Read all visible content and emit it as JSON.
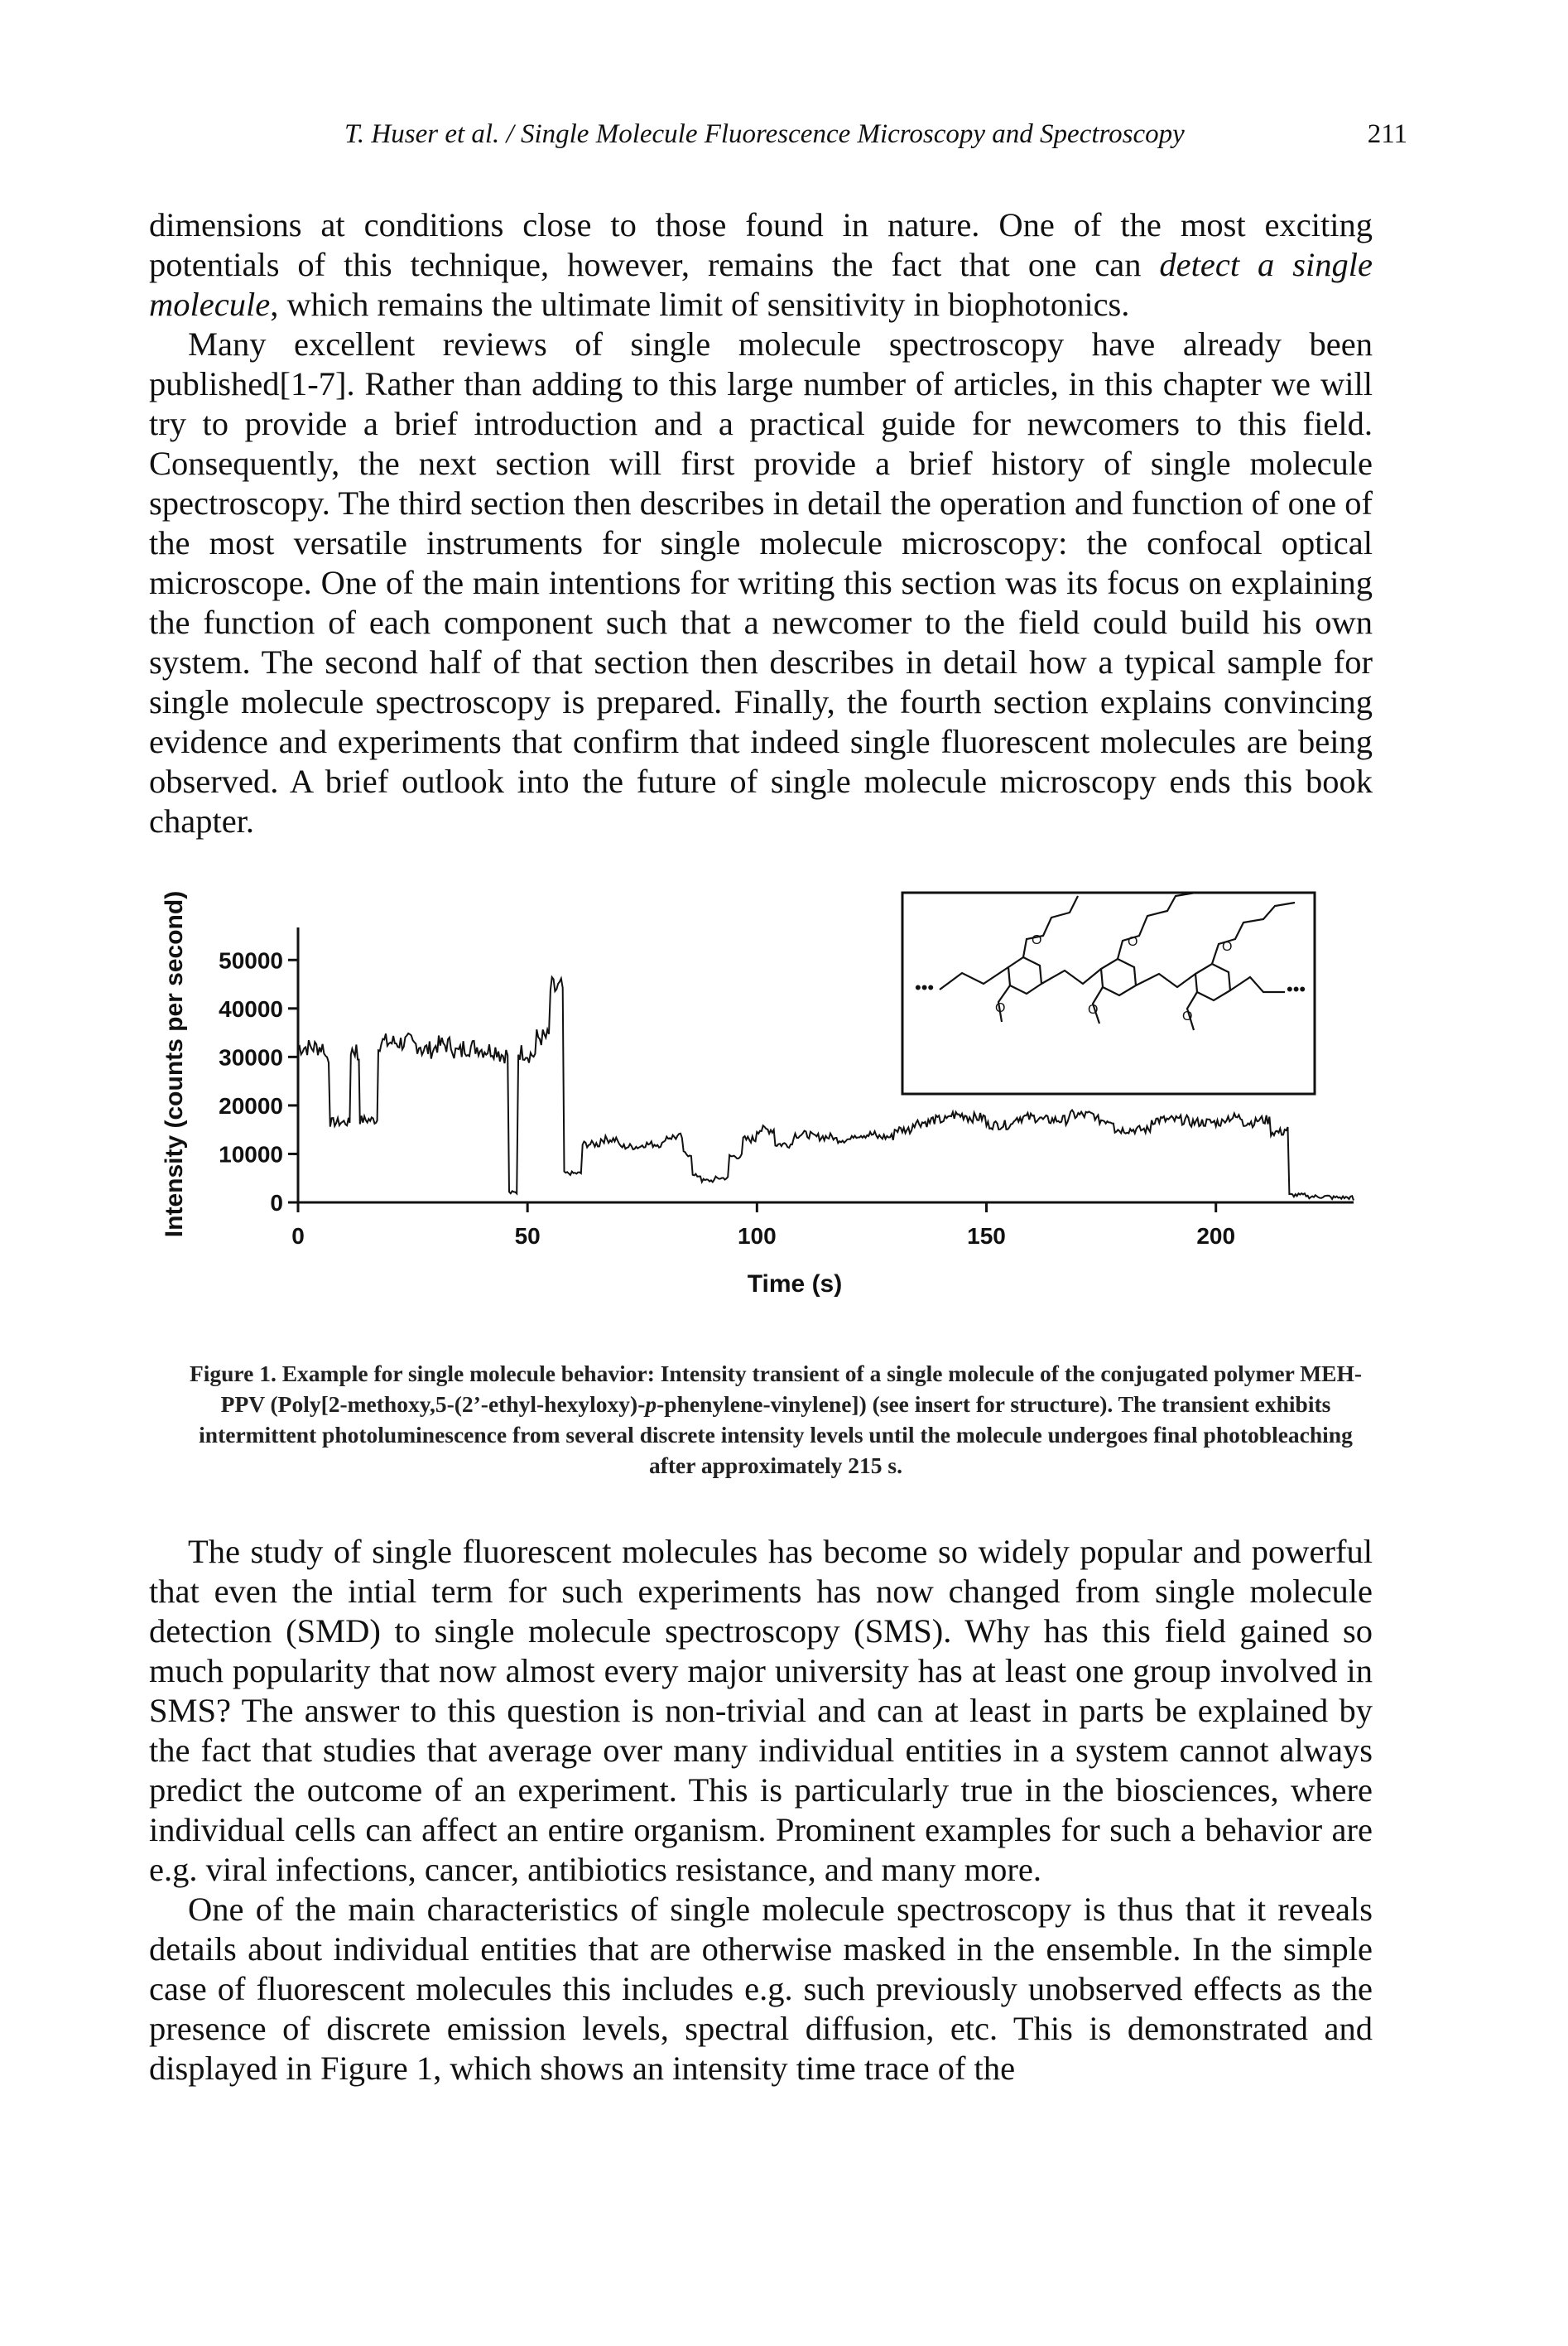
{
  "header": {
    "title": "T. Huser et al. / Single Molecule Fluorescence Microscopy and Spectroscopy",
    "page_number": "211"
  },
  "top_paragraphs": [
    {
      "before": "dimensions at conditions close to those found in nature. One of the most exciting potentials of this technique, however, remains the fact that one can ",
      "emphasis": "detect a single molecule",
      "after": ", which remains the ultimate limit of sensitivity in biophotonics."
    },
    {
      "text": "Many excellent reviews of single molecule spectroscopy have already been published[1-7]. Rather than adding to this large number of articles, in this chapter we will try to provide a brief introduction and a practical guide for newcomers to this field. Consequently, the next section will first provide a brief history of single molecule spectroscopy. The third section then describes in detail the operation and function of one of the most versatile instruments for single molecule microscopy: the confocal optical microscope. One of the main intentions for writing this section was its focus on explaining the function of each component such that a newcomer to the field could build his own system. The second half of that section then describes in detail how a typical sample for single molecule spectroscopy is prepared. Finally, the fourth section explains convincing evidence and experiments that confirm that indeed single fluorescent molecules are being observed. A brief outlook into the future of single molecule microscopy ends this book chapter."
    }
  ],
  "figure": {
    "caption_label": "Figure 1.",
    "caption_before": " Example for single molecule behavior: Intensity transient of a single molecule of the conjugated polymer MEH-PPV (Poly[2-methoxy,5-(2’-ethyl-hexyloxy)-",
    "caption_italic": "p",
    "caption_after": "-phenylene-vinylene]) (see insert for structure). The transient exhibits intermittent photoluminescence from several discrete intensity levels until the molecule undergoes final photobleaching after approximately 215 s."
  },
  "chart_data": {
    "type": "line",
    "xlabel": "Time (s)",
    "ylabel": "Intensity (counts per second)",
    "xlim": [
      0,
      230
    ],
    "ylim": [
      0,
      55000
    ],
    "x_ticks": [
      0,
      50,
      100,
      150,
      200
    ],
    "y_ticks": [
      0,
      10000,
      20000,
      30000,
      40000,
      50000
    ],
    "x_tick_labels": [
      "0",
      "50",
      "100",
      "150",
      "200"
    ],
    "y_tick_labels": [
      "0",
      "10000",
      "20000",
      "30000",
      "40000",
      "50000"
    ],
    "grid": false,
    "line_color": "#111111",
    "series": [
      {
        "x": [
          0,
          6,
          7,
          11,
          11.5,
          13,
          13.5,
          17,
          17.5,
          25,
          27,
          30,
          34,
          36,
          40,
          44,
          46,
          48,
          50,
          52,
          55,
          58,
          62,
          66,
          70,
          75,
          80,
          84,
          86,
          88,
          91,
          94,
          97,
          100,
          104,
          108,
          112,
          117,
          121,
          126,
          130,
          134,
          138,
          142,
          146,
          150,
          156,
          162,
          168,
          174,
          178,
          186,
          194,
          202,
          206,
          209,
          212,
          215,
          216,
          220,
          225,
          230
        ],
        "y": [
          32000,
          30000,
          16500,
          16500,
          31500,
          30000,
          17000,
          17000,
          33000,
          32500,
          31500,
          32500,
          31000,
          32000,
          31500,
          30500,
          2000,
          31000,
          30500,
          34000,
          44000,
          6000,
          12000,
          13000,
          11500,
          12000,
          13500,
          10000,
          5500,
          4500,
          5000,
          9500,
          13000,
          15000,
          12000,
          14000,
          13500,
          13000,
          14000,
          13500,
          15000,
          16500,
          17000,
          18000,
          17500,
          16000,
          17500,
          17000,
          18000,
          17000,
          15000,
          17000,
          16500,
          17500,
          16500,
          17000,
          14500,
          15000,
          1500,
          1200,
          1000,
          500
        ]
      }
    ],
    "inset": "chemical structure of MEH-PPV"
  },
  "bottom_paragraphs": [
    "The study of single fluorescent molecules has become so widely popular and powerful that even the intial term for such experiments has now changed from single molecule detection (SMD) to single molecule spectroscopy (SMS). Why has this field gained so much popularity that now almost every major university has at least one group involved in SMS? The answer to this question is non-trivial and can at least in parts be explained by the fact that studies that average over many individual entities in a system cannot always predict the outcome of an experiment. This is particularly true in the biosciences, where individual cells can affect an entire organism. Prominent examples for such a behavior are e.g. viral infections, cancer, antibiotics resistance, and many more.",
    "One of the main characteristics of single molecule spectroscopy is thus that it reveals details about individual entities that are otherwise masked in the ensemble. In the simple case of fluorescent molecules this includes e.g. such previously unobserved effects as the presence of discrete emission levels, spectral diffusion, etc. This is demonstrated and displayed in Figure 1, which shows an intensity time trace of the"
  ]
}
